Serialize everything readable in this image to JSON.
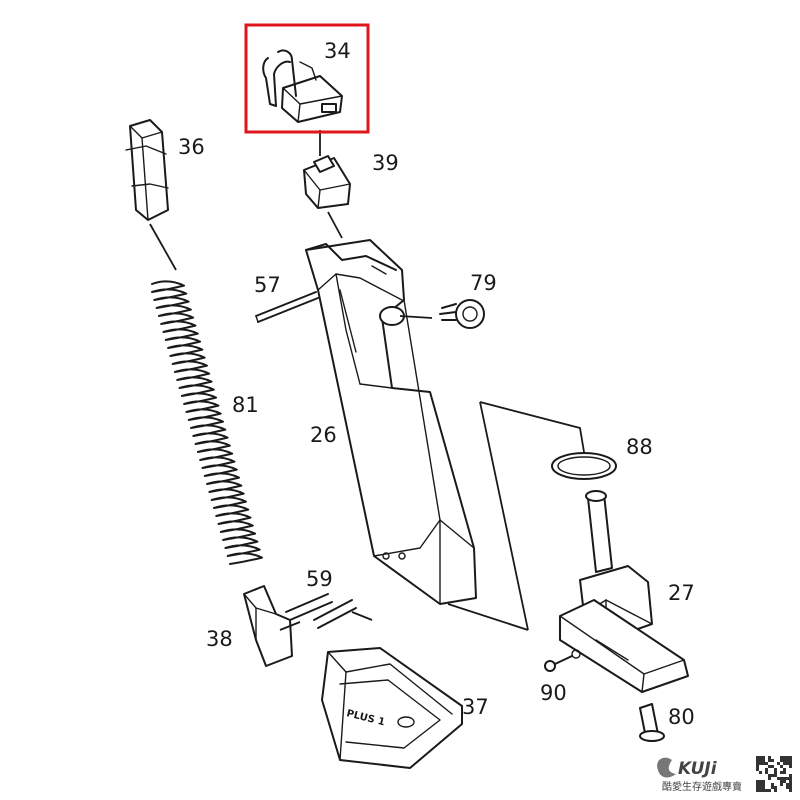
{
  "highlight": {
    "part": "34",
    "color": "#e0161d"
  },
  "parts": [
    {
      "id": "p34",
      "label": "34"
    },
    {
      "id": "p36",
      "label": "36"
    },
    {
      "id": "p39",
      "label": "39"
    },
    {
      "id": "p57",
      "label": "57"
    },
    {
      "id": "p79",
      "label": "79"
    },
    {
      "id": "p81",
      "label": "81"
    },
    {
      "id": "p26",
      "label": "26"
    },
    {
      "id": "p88",
      "label": "88"
    },
    {
      "id": "p27",
      "label": "27"
    },
    {
      "id": "p59",
      "label": "59"
    },
    {
      "id": "p38",
      "label": "38"
    },
    {
      "id": "p37",
      "label": "37"
    },
    {
      "id": "p90",
      "label": "90"
    },
    {
      "id": "p80",
      "label": "80"
    }
  ],
  "baseplate_stamp": "PLUS 1",
  "watermark": {
    "brand": "KUJi",
    "tagline": "酷愛生存遊戲專賣",
    "qr_icon": "qr-code-icon"
  }
}
